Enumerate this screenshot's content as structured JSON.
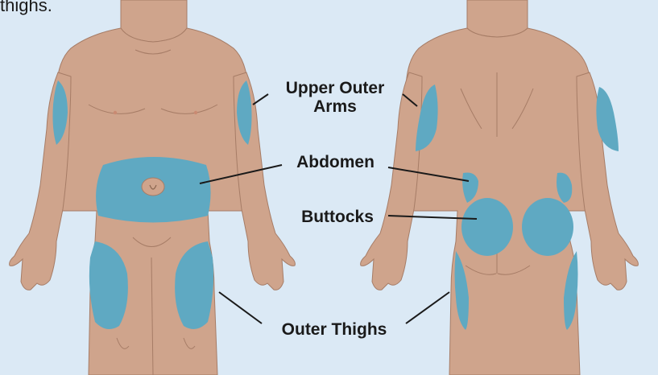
{
  "caption_fragment": "thighs.",
  "labels": {
    "upper_outer_arms_line1": "Upper Outer",
    "upper_outer_arms_line2": "Arms",
    "abdomen": "Abdomen",
    "buttocks": "Buttocks",
    "outer_thighs": "Outer Thighs"
  },
  "colors": {
    "background": "#dbe9f5",
    "skin": "#cfa48c",
    "skin_outline": "#a67c66",
    "injection_site": "#5fa9c2",
    "leader_line": "#1a1a1a"
  }
}
